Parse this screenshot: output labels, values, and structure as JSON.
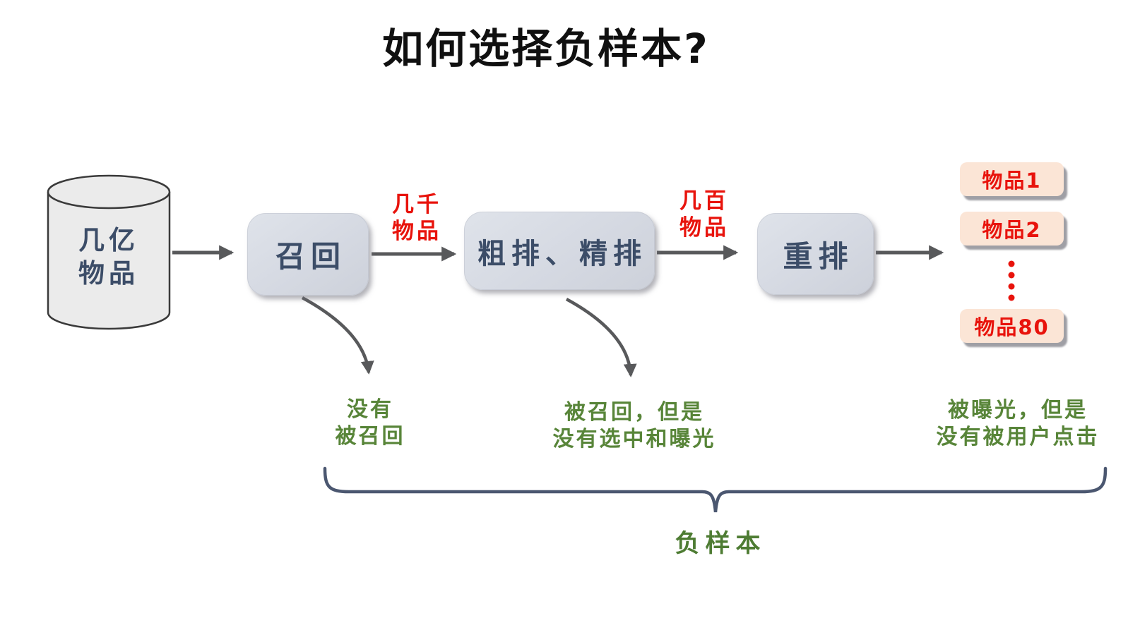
{
  "title": "如何选择负样本?",
  "source_db": {
    "lines": [
      "几亿",
      "物品"
    ]
  },
  "stages": [
    {
      "id": "recall",
      "label": "召回"
    },
    {
      "id": "coarse-fine-rank",
      "label": "粗排、精排"
    },
    {
      "id": "rerank",
      "label": "重排"
    }
  ],
  "edge_labels": [
    {
      "lines": [
        "几千",
        "物品"
      ]
    },
    {
      "lines": [
        "几百",
        "物品"
      ]
    }
  ],
  "output_items": {
    "first": "物品1",
    "second": "物品2",
    "last": "物品80",
    "ellipsis_dots": 4
  },
  "drop_notes": [
    {
      "lines": [
        "没有",
        "被召回"
      ]
    },
    {
      "lines": [
        "被召回，但是",
        "没有选中和曝光"
      ]
    },
    {
      "lines": [
        "被曝光，但是",
        "没有被用户点击"
      ]
    }
  ],
  "brace_label": "负样本",
  "colors": {
    "title_text": "#101010",
    "stage_fill": "#d6dae2",
    "stage_text": "#3c4d68",
    "count_red": "#e8130c",
    "note_green": "#588539",
    "brace_label_green": "#4e7c33",
    "arrow_gray": "#58595b",
    "brace_slate": "#4b5770",
    "cylinder_fill": "#ebebeb",
    "item_fill": "#fbe5d6"
  }
}
